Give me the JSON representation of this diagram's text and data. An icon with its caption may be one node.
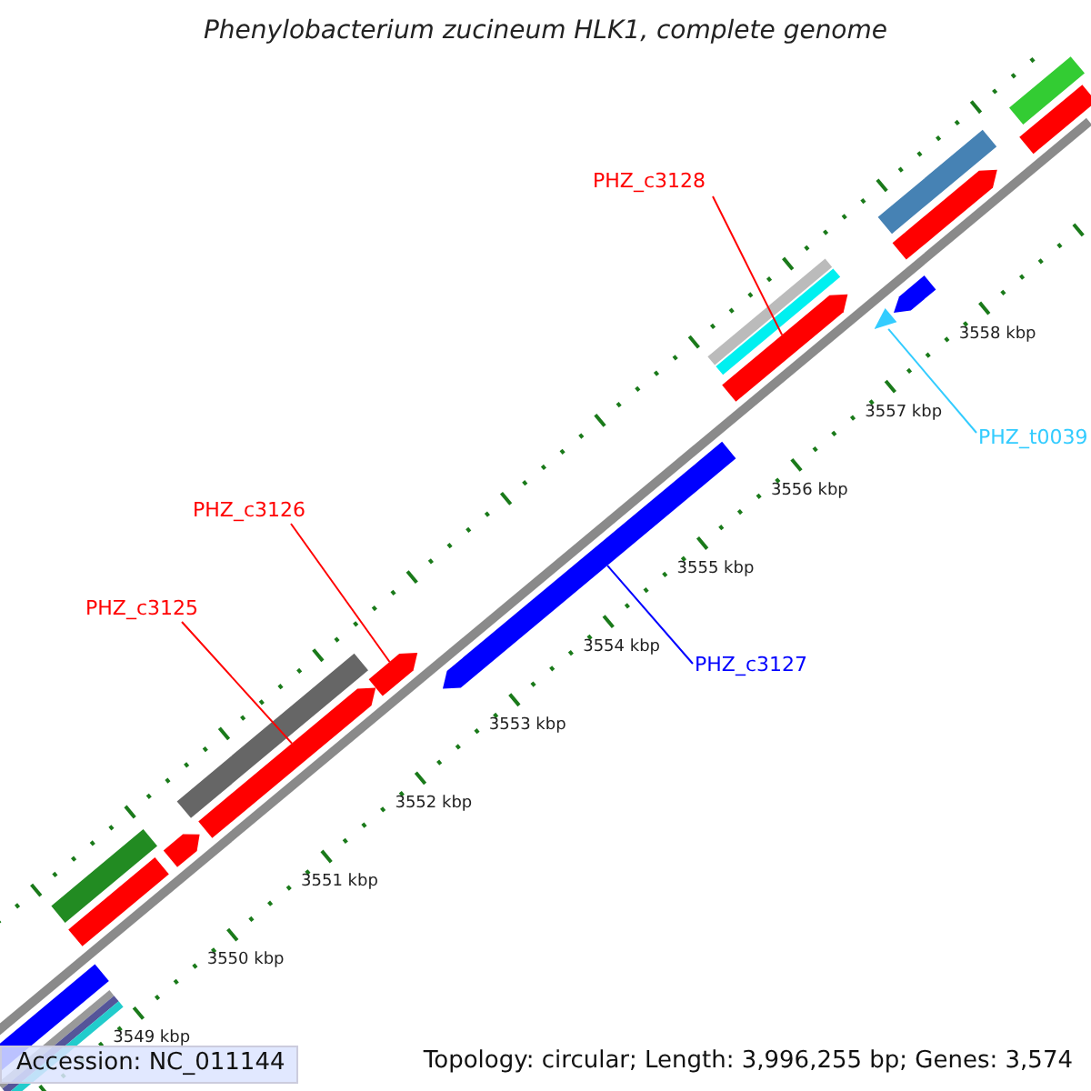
{
  "diagram": {
    "title": "Phenylobacterium zucineum HLK1, complete genome",
    "nodes": [
      {
        "text": [
          "PHZ_c3128"
        ]
      },
      {
        "text": [
          "PHZ_t0039"
        ]
      },
      {
        "text": [
          "PHZ_c3126"
        ]
      },
      {
        "text": [
          "PHZ_c3125"
        ]
      },
      {
        "text": [
          "PHZ_c3127"
        ]
      },
      {
        "text": [],
        "shape": "bar"
      },
      {
        "text": [],
        "shape": "triangle"
      },
      {
        "text": [],
        "shape": "bar"
      },
      {
        "text": [],
        "shape": "bar"
      },
      {
        "text": [],
        "shape": "bar"
      }
    ],
    "edges": [
      {
        "from": 0,
        "to": 5,
        "arrow": "none"
      },
      {
        "from": 1,
        "to": 6,
        "arrow": "none",
        "color": "#33ccff"
      },
      {
        "from": 2,
        "to": 8,
        "arrow": "none"
      },
      {
        "from": 3,
        "to": 9,
        "arrow": "none"
      },
      {
        "from": 4,
        "to": 7,
        "arrow": "none",
        "color": "#0000ff"
      }
    ],
    "labels": [
      "3558 kbp",
      "3557 kbp",
      "3556 kbp",
      "3555 kbp",
      "3554 kbp",
      "3553 kbp",
      "3552 kbp",
      "3551 kbp",
      "3550 kbp",
      "3549 kbp",
      "Accession: NC_011144",
      "Topology: circular; Length: 3,996,255 bp; Genes: 3,574"
    ]
  }
}
